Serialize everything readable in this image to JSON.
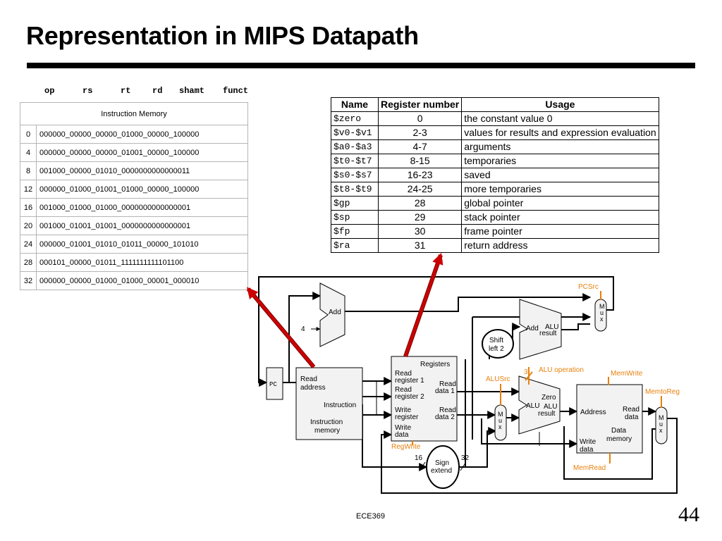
{
  "title": "Representation in MIPS Datapath",
  "fields": [
    "op",
    "rs",
    "rt",
    "rd",
    "shamt",
    "funct"
  ],
  "imem": {
    "title": "Instruction Memory",
    "rows": [
      {
        "addr": "0",
        "bits": "000000_00000_00000_01000_00000_100000"
      },
      {
        "addr": "4",
        "bits": "000000_00000_00000_01001_00000_100000"
      },
      {
        "addr": "8",
        "bits": "001000_00000_01010_0000000000000011"
      },
      {
        "addr": "12",
        "bits": "000000_01000_01001_01000_00000_100000"
      },
      {
        "addr": "16",
        "bits": "001000_01000_01000_0000000000000001"
      },
      {
        "addr": "20",
        "bits": "001000_01001_01001_0000000000000001"
      },
      {
        "addr": "24",
        "bits": "000000_01001_01010_01011_00000_101010"
      },
      {
        "addr": "28",
        "bits": "000101_00000_01011_1111111111101100"
      },
      {
        "addr": "32",
        "bits": "000000_00000_01000_01000_00001_000010"
      }
    ]
  },
  "registers": {
    "headers": [
      "Name",
      "Register number",
      "Usage"
    ],
    "rows": [
      {
        "name": "$zero",
        "number": "0",
        "usage": "the constant value 0"
      },
      {
        "name": "$v0-$v1",
        "number": "2-3",
        "usage": "values for results and expression evaluation"
      },
      {
        "name": "$a0-$a3",
        "number": "4-7",
        "usage": "arguments"
      },
      {
        "name": "$t0-$t7",
        "number": "8-15",
        "usage": "temporaries"
      },
      {
        "name": "$s0-$s7",
        "number": "16-23",
        "usage": "saved"
      },
      {
        "name": "$t8-$t9",
        "number": "24-25",
        "usage": "more temporaries"
      },
      {
        "name": "$gp",
        "number": "28",
        "usage": "global pointer"
      },
      {
        "name": "$sp",
        "number": "29",
        "usage": "stack pointer"
      },
      {
        "name": "$fp",
        "number": "30",
        "usage": "frame pointer"
      },
      {
        "name": "$ra",
        "number": "31",
        "usage": "return address"
      }
    ]
  },
  "datapath": {
    "pc": "PC",
    "add": "Add",
    "four": "4",
    "add2": "Add",
    "alu_result_1": "ALU",
    "alu_result_2": "result",
    "shift_1": "Shift",
    "shift_2": "left 2",
    "imem_read_1": "Read",
    "imem_read_2": "address",
    "imem_instruction": "Instruction",
    "imem_name_1": "Instruction",
    "imem_name_2": "memory",
    "regs_title": "Registers",
    "read_reg1_1": "Read",
    "read_reg1_2": "register 1",
    "read_reg2_1": "Read",
    "read_reg2_2": "register 2",
    "write_reg_1": "Write",
    "write_reg_2": "register",
    "write_data_1": "Write",
    "write_data_2": "data",
    "read_data1_1": "Read",
    "read_data1_2": "data 1",
    "read_data2_1": "Read",
    "read_data2_2": "data 2",
    "sign_1": "Sign",
    "sign_2": "extend",
    "bits16": "16",
    "bits32": "32",
    "alu": "ALU",
    "zero": "Zero",
    "alu_res_1": "ALU",
    "alu_res_2": "result",
    "alu_op_bits": "3",
    "dm_address": "Address",
    "dm_read_1": "Read",
    "dm_read_2": "data",
    "dm_name_1": "Data",
    "dm_name_2": "memory",
    "dm_write_1": "Write",
    "dm_write_2": "data",
    "mux": [
      "M",
      "u",
      "x"
    ],
    "ctrl": {
      "pcsrc": "PCSrc",
      "alusrc": "ALUSrc",
      "alu_operation": "ALU operation",
      "memwrite": "MemWrite",
      "memtoreg": "MemtoReg",
      "regwrite": "RegWrite",
      "memread": "MemRead"
    },
    "colors": {
      "control": "#e8800c",
      "arrow": "#cc0000",
      "block": "#f2f2f2",
      "wire": "#000000"
    }
  },
  "footer": "ECE369",
  "page_number": "44"
}
